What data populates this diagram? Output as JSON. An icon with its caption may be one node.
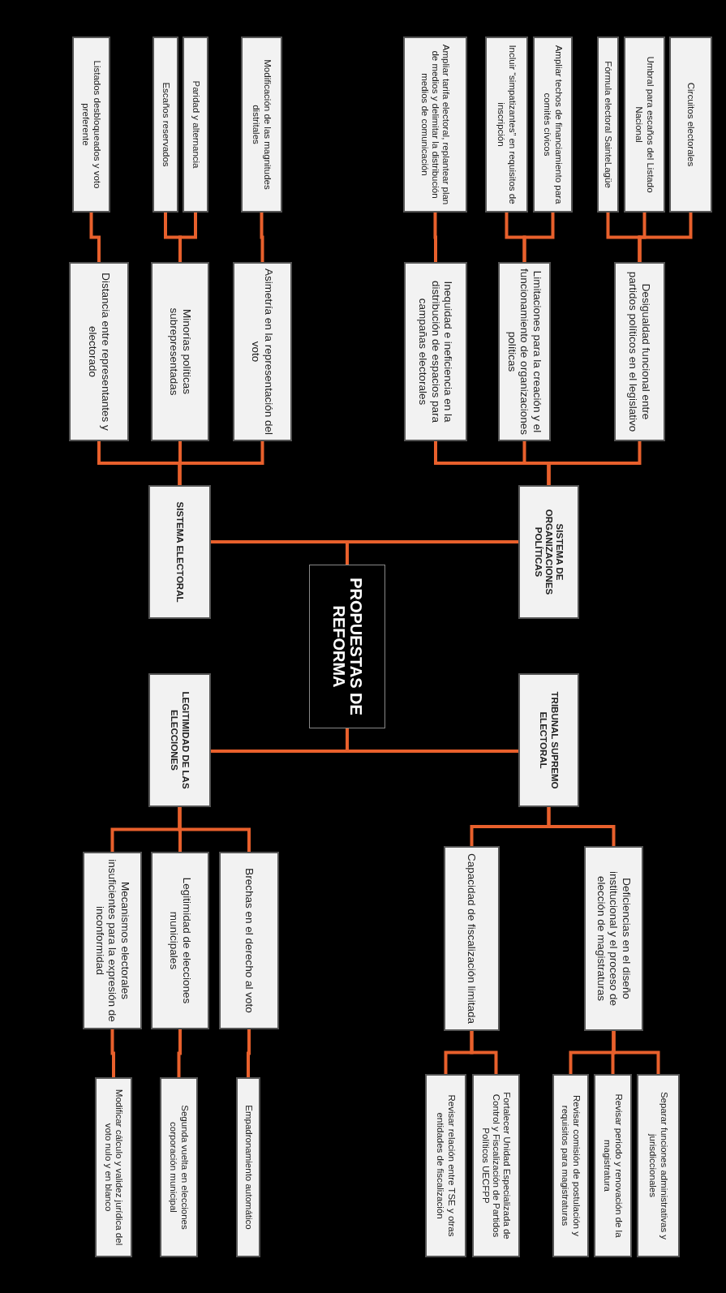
{
  "diagram": {
    "nodes": [
      {
        "text": [
          "PROPUESTAS DE REFORMA"
        ]
      },
      {
        "text": [
          "SISTEMA DE ORGANIZACIONES POLÍTICAS"
        ]
      },
      {
        "text": [
          "Desigualdad funcional entre partidos políticos en el legislativo"
        ]
      },
      {
        "text": [
          "Circuitos electorales"
        ]
      },
      {
        "text": [
          "Umbral para escaños del Listado Nacional"
        ]
      },
      {
        "text": [
          "Fórmula electoral SainteLagüe"
        ]
      },
      {
        "text": [
          "Limitaciones para la creación y el funcionamiento de organizaciones políticas"
        ]
      },
      {
        "text": [
          "Ampliar techos de financiamiento para comités cívicos"
        ]
      },
      {
        "text": [
          "Incluir “simpatizantes” en requisitos de inscripción"
        ]
      },
      {
        "text": [
          "Inequidad e ineficiencia en la distribución de espacios para campañas electorales"
        ]
      },
      {
        "text": [
          "Ampliar tarifa electoral, replantear plan de medios y delimitar la distribución medios de comunicación"
        ]
      },
      {
        "text": [
          "SISTEMA ELECTORAL"
        ]
      },
      {
        "text": [
          "Asimetría en la representación del voto"
        ]
      },
      {
        "text": [
          "Modificación de las magnitudes distritales"
        ]
      },
      {
        "text": [
          "Minorías políticas subrepresentadas"
        ]
      },
      {
        "text": [
          "Paridad y alternancia"
        ]
      },
      {
        "text": [
          "Escaños reservados"
        ]
      },
      {
        "text": [
          "Distancia entre representantes y electorado"
        ]
      },
      {
        "text": [
          "Listados desbloqueados y voto preferente"
        ]
      },
      {
        "text": [
          "TRIBUNAL SUPREMO ELECTORAL"
        ]
      },
      {
        "text": [
          "Deficiencias en el diseño institucional y el proceso de elección de magistraturas"
        ]
      },
      {
        "text": [
          "Separar funciones administrativas y jurisdiccionales"
        ]
      },
      {
        "text": [
          "Revisar periodo y renovación de la magistratura"
        ]
      },
      {
        "text": [
          "Revisar comisión de postulación y requisitos para magistraturas"
        ]
      },
      {
        "text": [
          "Capacidad de fiscalización limitada"
        ]
      },
      {
        "text": [
          "Fortalecer Unidad Especializada de Control y Fiscalización de Partidos Políticos UECFPP"
        ]
      },
      {
        "text": [
          "Revisar relación entre TSE y otras entidades de fiscalización"
        ]
      },
      {
        "text": [
          "LEGITIMIDAD DE LAS ELECCIONES"
        ]
      },
      {
        "text": [
          "Brechas en el derecho al voto"
        ]
      },
      {
        "text": [
          "Empadronamiento automático"
        ]
      },
      {
        "text": [
          "Legitimidad de elecciones municipales"
        ]
      },
      {
        "text": [
          "Segunda vuelta en elecciones corporación municipal"
        ]
      },
      {
        "text": [
          "Mecanismos electorales insuficientes para la expresión de inconformidad"
        ]
      },
      {
        "text": [
          "Modificar cálculo y validez jurídica del voto nulo y en blanco"
        ]
      }
    ],
    "edges": [
      {
        "from": 0,
        "to": 1,
        "arrow": "none"
      },
      {
        "from": 0,
        "to": 11,
        "arrow": "none"
      },
      {
        "from": 0,
        "to": 19,
        "arrow": "none"
      },
      {
        "from": 0,
        "to": 27,
        "arrow": "none"
      },
      {
        "from": 1,
        "to": 2,
        "arrow": "none"
      },
      {
        "from": 1,
        "to": 6,
        "arrow": "none"
      },
      {
        "from": 1,
        "to": 9,
        "arrow": "none"
      },
      {
        "from": 2,
        "to": 3,
        "arrow": "none"
      },
      {
        "from": 2,
        "to": 4,
        "arrow": "none"
      },
      {
        "from": 2,
        "to": 5,
        "arrow": "none"
      },
      {
        "from": 6,
        "to": 7,
        "arrow": "none"
      },
      {
        "from": 6,
        "to": 8,
        "arrow": "none"
      },
      {
        "from": 9,
        "to": 10,
        "arrow": "none"
      },
      {
        "from": 11,
        "to": 12,
        "arrow": "none"
      },
      {
        "from": 11,
        "to": 14,
        "arrow": "none"
      },
      {
        "from": 11,
        "to": 17,
        "arrow": "none"
      },
      {
        "from": 12,
        "to": 13,
        "arrow": "none"
      },
      {
        "from": 14,
        "to": 15,
        "arrow": "none"
      },
      {
        "from": 14,
        "to": 16,
        "arrow": "none"
      },
      {
        "from": 17,
        "to": 18,
        "arrow": "none"
      },
      {
        "from": 19,
        "to": 20,
        "arrow": "none"
      },
      {
        "from": 19,
        "to": 24,
        "arrow": "none"
      },
      {
        "from": 20,
        "to": 21,
        "arrow": "none"
      },
      {
        "from": 20,
        "to": 22,
        "arrow": "none"
      },
      {
        "from": 20,
        "to": 23,
        "arrow": "none"
      },
      {
        "from": 24,
        "to": 25,
        "arrow": "none"
      },
      {
        "from": 24,
        "to": 26,
        "arrow": "none"
      },
      {
        "from": 27,
        "to": 28,
        "arrow": "none"
      },
      {
        "from": 27,
        "to": 30,
        "arrow": "none"
      },
      {
        "from": 27,
        "to": 32,
        "arrow": "none"
      },
      {
        "from": 28,
        "to": 29,
        "arrow": "none"
      },
      {
        "from": 30,
        "to": 31,
        "arrow": "none"
      },
      {
        "from": 32,
        "to": 33,
        "arrow": "none"
      }
    ]
  }
}
